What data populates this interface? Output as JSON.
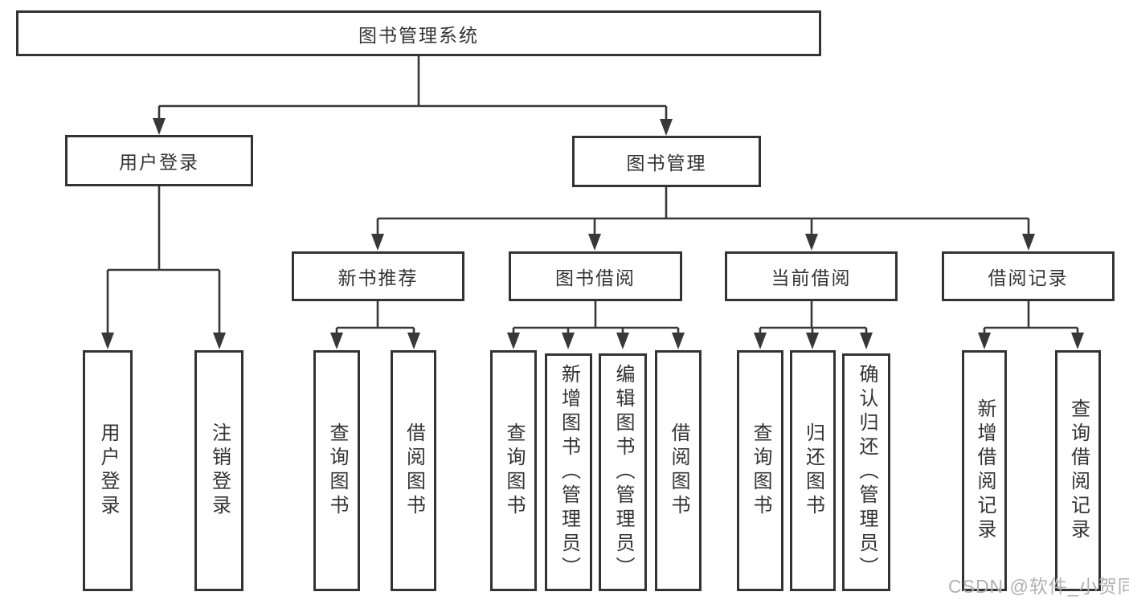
{
  "diagram": {
    "colors": {
      "border": "#333333",
      "text": "#333333",
      "line": "#383838",
      "watermark": "#b0b0b0",
      "background": "#ffffff"
    },
    "watermark": "CSDN @软件_小贺同学",
    "nodes": {
      "root": {
        "label": "图书管理系统"
      },
      "user_login": {
        "label": "用户登录"
      },
      "book_mgmt": {
        "label": "图书管理"
      },
      "new_book_rec": {
        "label": "新书推荐"
      },
      "book_borrow": {
        "label": "图书借阅"
      },
      "current_borrow": {
        "label": "当前借阅"
      },
      "borrow_record": {
        "label": "借阅记录"
      },
      "leaf_user_login": {
        "label": "用户登录"
      },
      "leaf_logout": {
        "label": "注销登录"
      },
      "leaf_query_book_rec": {
        "label": "查询图书"
      },
      "leaf_borrow_book_rec": {
        "label": "借阅图书"
      },
      "leaf_query_book_borrow": {
        "label": "查询图书"
      },
      "leaf_add_book_admin": {
        "label": "新增图书（管理员）"
      },
      "leaf_edit_book_admin": {
        "label": "编辑图书（管理员）"
      },
      "leaf_borrow_book_borrow": {
        "label": "借阅图书"
      },
      "leaf_query_book_current": {
        "label": "查询图书"
      },
      "leaf_return_book": {
        "label": "归还图书"
      },
      "leaf_confirm_return_admin": {
        "label": "确认归还（管理员）"
      },
      "leaf_add_borrow_record": {
        "label": "新增借阅记录"
      },
      "leaf_query_borrow_record": {
        "label": "查询借阅记录"
      }
    }
  }
}
